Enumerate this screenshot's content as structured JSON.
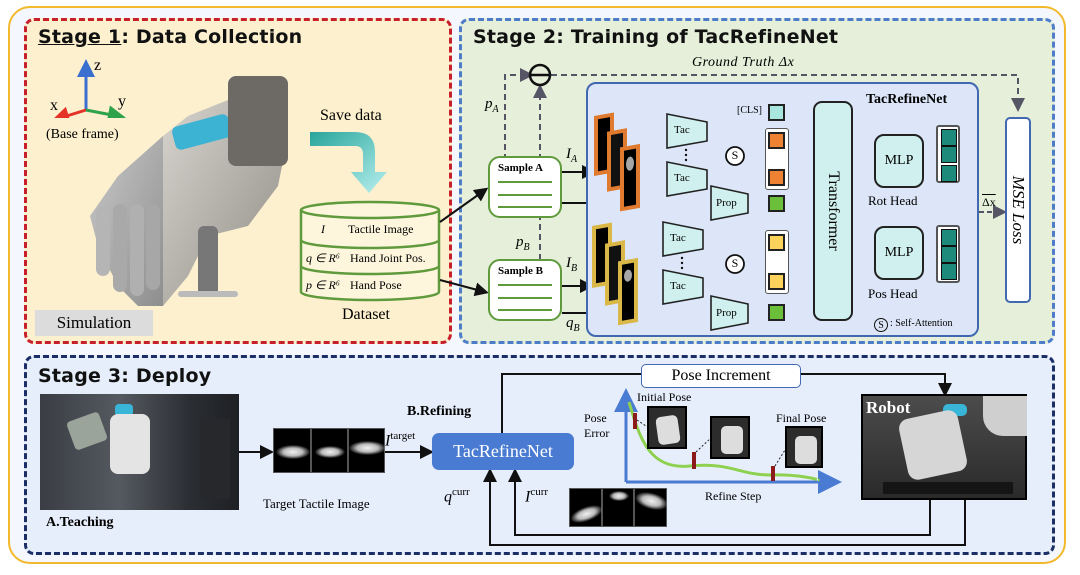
{
  "stage1": {
    "title_prefix": "Stage 1",
    "title_suffix": ": Data Collection",
    "axes": {
      "z": "z",
      "x": "x",
      "y": "y",
      "caption": "(Base frame)"
    },
    "save_label": "Save data",
    "simulation_label": "Simulation",
    "dataset": {
      "rows": [
        {
          "symbol": "I",
          "label": "Tactile Image"
        },
        {
          "symbol": "q ∈ R⁶",
          "label": "Hand Joint Pos."
        },
        {
          "symbol": "p ∈ R⁶",
          "label": "Hand Pose"
        }
      ],
      "caption": "Dataset"
    }
  },
  "stage2": {
    "title": "Stage 2: Training of TacRefineNet",
    "ground_truth": "Ground Truth Δx",
    "pA": "p",
    "pA_sub": "A",
    "pB": "p",
    "pB_sub": "B",
    "IA": "I",
    "IA_sub": "A",
    "IB": "I",
    "IB_sub": "B",
    "qB": "q",
    "qB_sub": "B",
    "sampleA": "Sample A",
    "sampleB": "Sample B",
    "net_title": "TacRefineNet",
    "cls": "[CLS]",
    "tac": "Tac",
    "prop": "Prop",
    "s": "S",
    "transformer": "Transformer",
    "mlp": "MLP",
    "rot_head": "Rot Head",
    "pos_head": "Pos Head",
    "legend": ": Self-Attention",
    "delta_hat": "Δx",
    "mse": "MSE Loss",
    "colors": {
      "sampleA_frames": "#e07a2e",
      "sampleB_frames": "#e0c24a",
      "tac_token_A": "#ef8133",
      "tac_token_B": "#fdd35b",
      "prop_token": "#6bbf3b",
      "cls_token": "#a8e6df",
      "head_output": "#1e8a7c"
    }
  },
  "stage3": {
    "title": "Stage 3: Deploy",
    "teaching": "A.Teaching",
    "target_tactile": "Target Tactile Image",
    "refining": "B.Refining",
    "i_target": "I",
    "i_target_sup": "target",
    "net_button": "TacRefineNet",
    "q_curr": "q",
    "q_curr_sup": "curr",
    "i_curr": "I",
    "i_curr_sup": "curr",
    "pose_increment": "Pose Increment",
    "pose_error": "Pose Error",
    "initial_pose": "Initial Pose",
    "final_pose": "Final Pose",
    "refine_step": "Refine Step",
    "robot": "Robot"
  }
}
